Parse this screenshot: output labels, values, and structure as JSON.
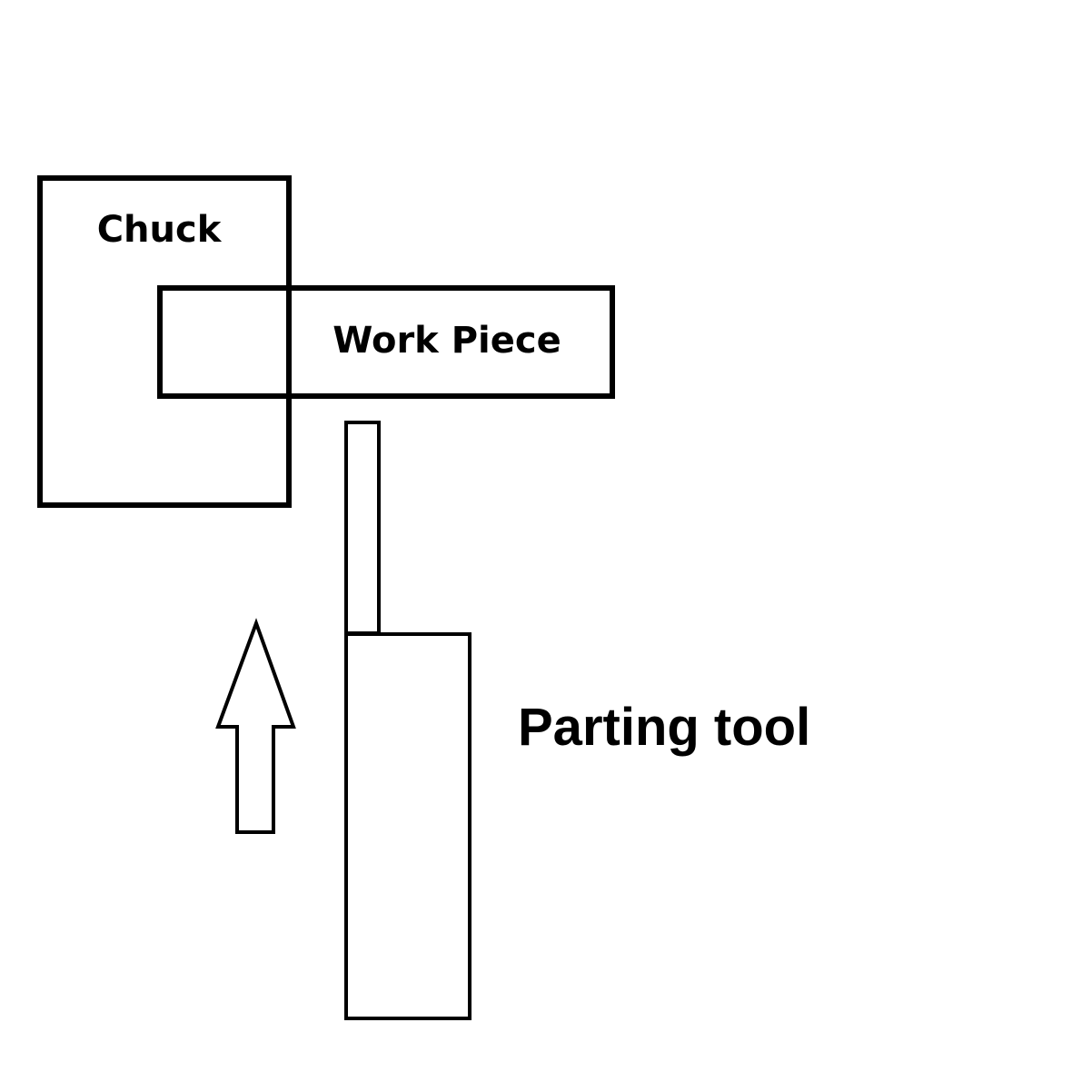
{
  "diagram": {
    "labels": {
      "chuck": "Chuck",
      "work_piece": "Work Piece",
      "parting_tool": "Parting tool"
    },
    "colors": {
      "stroke": "#000000",
      "background": "#ffffff",
      "text": "#000000"
    }
  }
}
